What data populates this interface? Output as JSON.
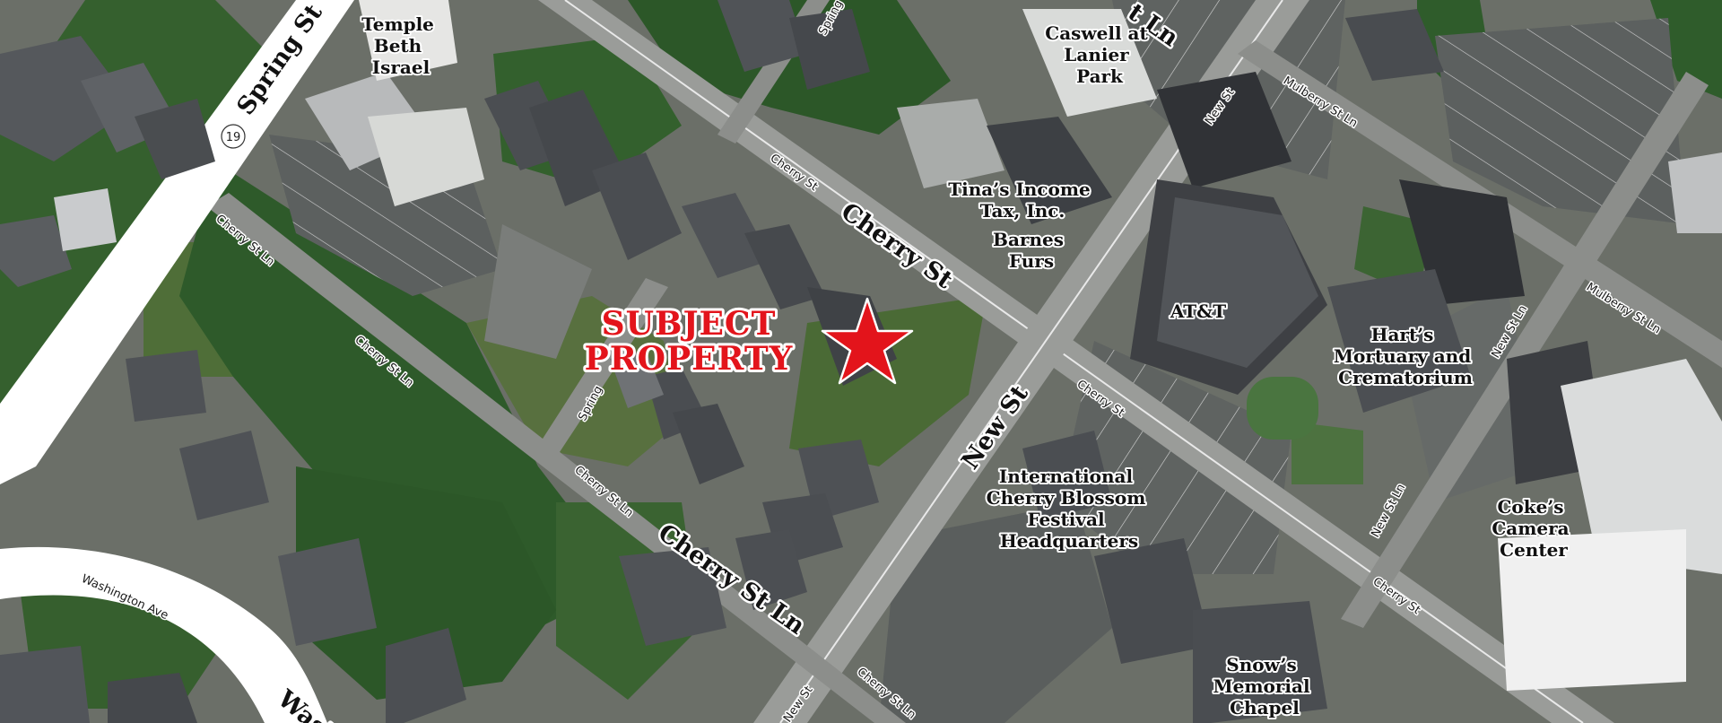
{
  "map": {
    "subject_label_line1": "SUBJECT",
    "subject_label_line2": "PROPERTY",
    "route_shield": "19",
    "colors": {
      "subject_red": "#e3141b",
      "road_white": "#ffffff",
      "ground": "#6b6f68",
      "vegetation": "#2f5a2a",
      "roof_dark": "#3b3d40"
    },
    "places": [
      {
        "id": "temple-beth-israel",
        "lines": [
          "Temple",
          "Beth",
          "Israel"
        ]
      },
      {
        "id": "caswell-at-lanier-park",
        "lines": [
          "Caswell at",
          "Lanier",
          "Park"
        ]
      },
      {
        "id": "tinas-income-tax",
        "lines": [
          "Tina’s Income",
          "Tax, Inc."
        ]
      },
      {
        "id": "barnes-furs",
        "lines": [
          "Barnes",
          "Furs"
        ]
      },
      {
        "id": "att",
        "lines": [
          "AT&T"
        ]
      },
      {
        "id": "harts-mortuary",
        "lines": [
          "Hart’s",
          "Mortuary and",
          "Crematorium"
        ]
      },
      {
        "id": "international-cherry-blossom",
        "lines": [
          "International",
          "Cherry Blossom",
          "Festival",
          "Headquarters"
        ]
      },
      {
        "id": "cokes-camera-center",
        "lines": [
          "Coke’s",
          "Camera",
          "Center"
        ]
      },
      {
        "id": "snows-memorial-chapel",
        "lines": [
          "Snow’s",
          "Memorial",
          "Chapel"
        ]
      }
    ],
    "roads": {
      "spring_st": "Spring St",
      "cherry_st": "Cherry St",
      "cherry_st_small": "Cherry St",
      "cherry_st_ln": "Cherry St Ln",
      "cherry_st_ln_small": "Cherry St Ln",
      "new_st": "New St",
      "new_st_small": "New St",
      "new_st_ln": "New St Ln",
      "mulberry_st_ln": "Mulberry St Ln",
      "washington_ave": "Washington Ave",
      "wash_fragment": "Wash",
      "spring_small": "Spring",
      "spring_top": "Spring St",
      "lanier_fragment": "t Ln"
    }
  }
}
